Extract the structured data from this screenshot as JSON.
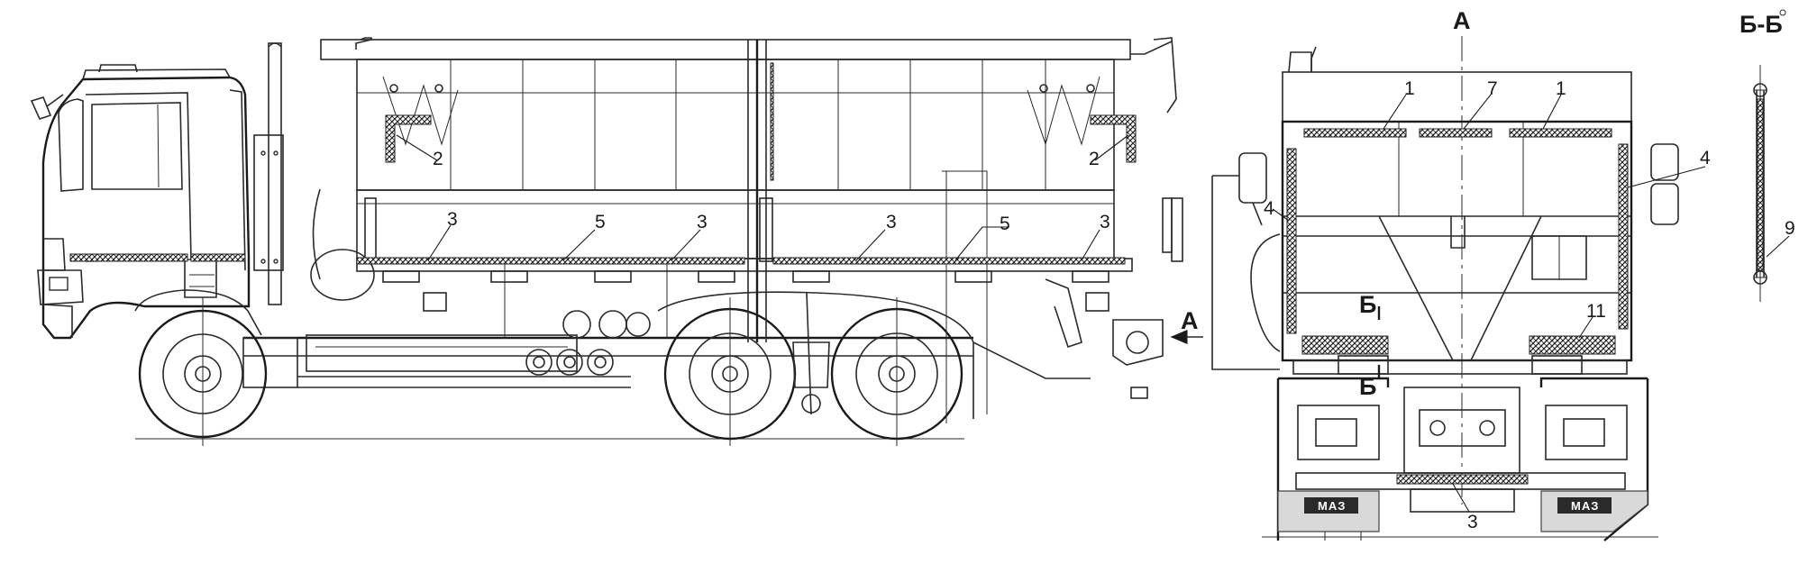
{
  "views": {
    "view_a_title": "А",
    "section_bb_title": "Б-Б",
    "arrow_a_label": "А",
    "section_mark_top": "Б",
    "section_mark_bottom": "Б"
  },
  "side_callouts": {
    "c2_left": "2",
    "c2_right": "2",
    "c3_a": "3",
    "c5_a": "5",
    "c3_b": "3",
    "c3_c": "3",
    "c5_b": "5",
    "c3_d": "3"
  },
  "rear_callouts": {
    "c1_left": "1",
    "c7": "7",
    "c1_right": "1",
    "c4_left": "4",
    "c4_right": "4",
    "c11": "11",
    "c3": "3"
  },
  "section_callouts": {
    "c9": "9"
  },
  "logos": {
    "left_mudflap": "МАЗ",
    "right_mudflap": "МАЗ"
  },
  "colors": {
    "line": "#2a2a2a",
    "reflective_tape": "#3a3a3a",
    "background": "#ffffff"
  }
}
